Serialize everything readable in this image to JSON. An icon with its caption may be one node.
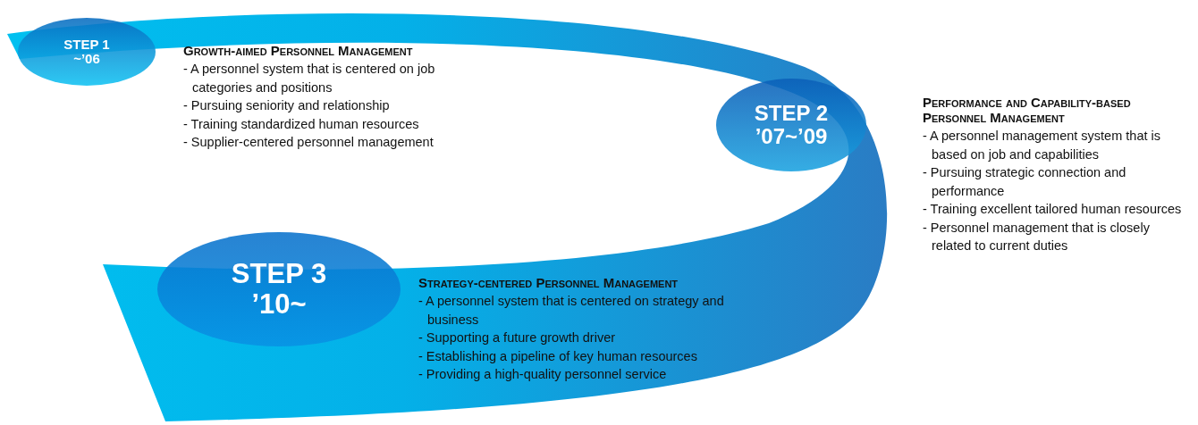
{
  "diagram": {
    "nodes": [
      {
        "text": [
          "STEP 1 ~’06"
        ],
        "beside": [
          "Growth-aimed Personnel Management",
          "- A personnel system that is centered on job categories and positions",
          "- Pursuing seniority and relationship",
          "- Training standardized human resources",
          "- Supplier-centered personnel management"
        ]
      },
      {
        "text": [
          "STEP 2 ’07~’09"
        ],
        "beside": [
          "Performance and Capability-based Personnel Management",
          "- A personnel management system that is based on job and capabilities",
          "- Pursuing strategic connection and performance",
          "- Training excellent tailored human resources",
          "- Personnel management that is closely related to current duties"
        ]
      },
      {
        "text": [
          "STEP 3 ’10~"
        ],
        "beside": [
          "Strategy-centered Personnel Management",
          "- A personnel system that is centered on strategy and business",
          "- Supporting a future growth driver",
          "- Establishing a pipeline of key human resources",
          "- Providing a high-quality personnel service"
        ]
      }
    ]
  }
}
